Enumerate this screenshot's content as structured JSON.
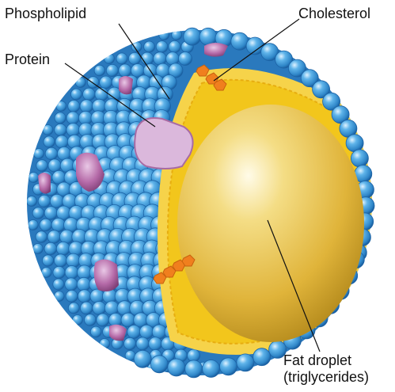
{
  "labels": {
    "phospholipid": "Phospholipid",
    "cholesterol": "Cholesterol",
    "protein": "Protein",
    "fat_line1": "Fat droplet",
    "fat_line2": "(triglycerides)"
  },
  "colors": {
    "phospholipid_head": "#3f9fdc",
    "phospholipid_highlight": "#dff2ff",
    "phospholipid_shadow": "#1a5fa0",
    "tails": "#f2c61c",
    "protein": "#b56aa8",
    "protein_light": "#e3c4e2",
    "cholesterol": "#f07f1e",
    "fat_core": "#e6bf3d",
    "fat_core_light": "#fffbe8"
  }
}
